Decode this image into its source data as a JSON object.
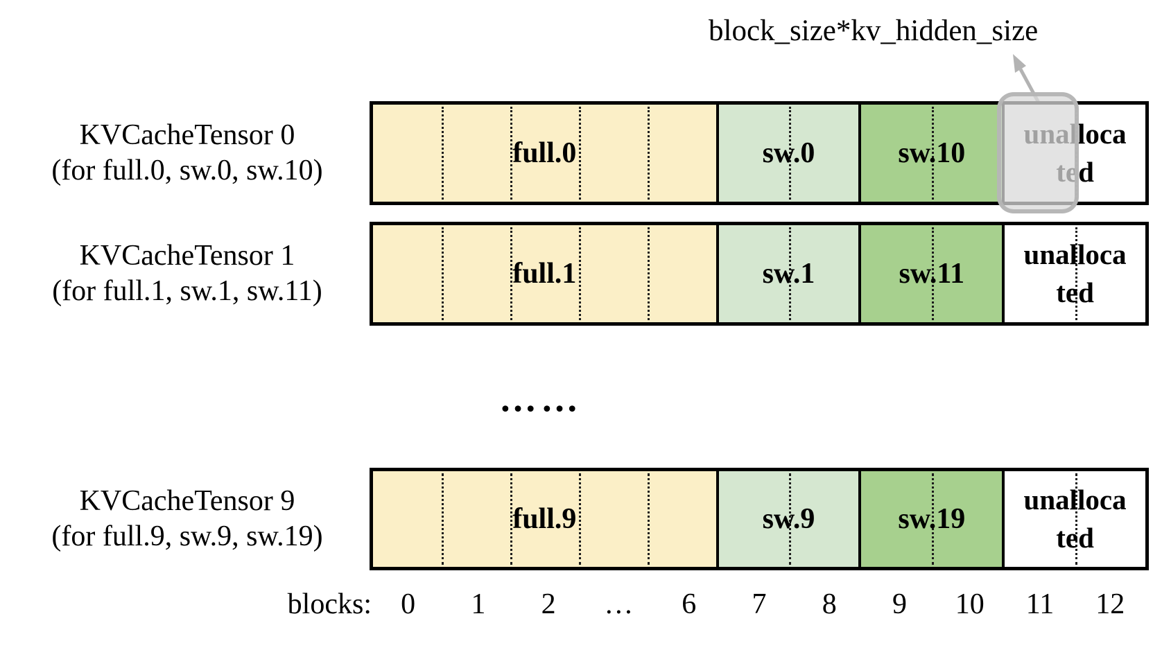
{
  "annotation": {
    "label": "block_size*kv_hidden_size"
  },
  "rows": [
    {
      "title": "KVCacheTensor 0",
      "subtitle": "(for full.0, sw.0, sw.10)",
      "full_label": "full.0",
      "sw_label": "sw.0",
      "sw2_label": "sw.10",
      "unallocated_lines": [
        "unalloca",
        "ted"
      ]
    },
    {
      "title": "KVCacheTensor 1",
      "subtitle": "(for full.1, sw.1, sw.11)",
      "full_label": "full.1",
      "sw_label": "sw.1",
      "sw2_label": "sw.11",
      "unallocated_lines": [
        "unalloca",
        "ted"
      ]
    },
    {
      "title": "KVCacheTensor 9",
      "subtitle": "(for full.9, sw.9, sw.19)",
      "full_label": "full.9",
      "sw_label": "sw.9",
      "sw2_label": "sw.19",
      "unallocated_lines": [
        "unalloca",
        "ted"
      ]
    }
  ],
  "ellipsis": "……",
  "axis": {
    "label": "blocks:",
    "ticks": [
      "0",
      "1",
      "2",
      "…",
      "6",
      "7",
      "8",
      "9",
      "10",
      "11",
      "12"
    ]
  },
  "colors": {
    "full": "#FBEFC7",
    "sw_light": "#D5E7D0",
    "sw_dark": "#A7D08E",
    "unallocated": "#FFFFFF",
    "overlay_fill": "#D9D9D9",
    "overlay_border": "#B5B5B5",
    "arrow": "#B3B3B3",
    "line": "#000000"
  }
}
